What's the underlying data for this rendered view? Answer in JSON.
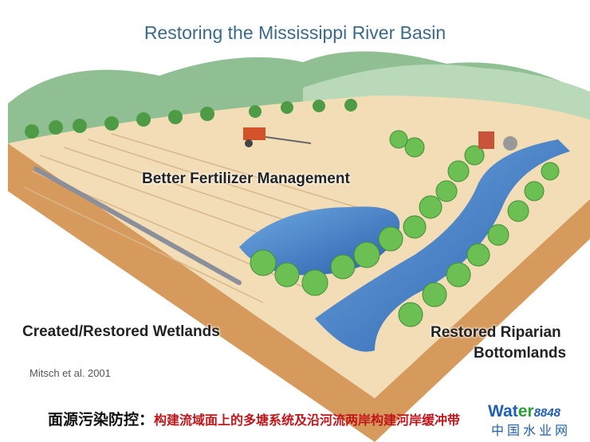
{
  "title": "Restoring the Mississippi River Basin",
  "labels": {
    "fertilizer": "Better Fertilizer Management",
    "wetlands": "Created/Restored Wetlands",
    "riparian_line1": "Restored Riparian",
    "riparian_line2": "Bottomlands"
  },
  "citation": "Mitsch et al. 2001",
  "caption": {
    "prefix": "面源污染防控：",
    "body": "构建流域面上的多塘系统及沿河流两岸构建河岸缓冲带"
  },
  "watermark": {
    "brand_a": "Wat",
    "brand_b": "er",
    "brand_num": "8848",
    "site": "中国水业网"
  },
  "colors": {
    "title": "#3a6a8a",
    "caption_red": "#c0161b",
    "water": "#2f6fbf",
    "field": "#f0d9b0",
    "trees": "#5bab45"
  }
}
